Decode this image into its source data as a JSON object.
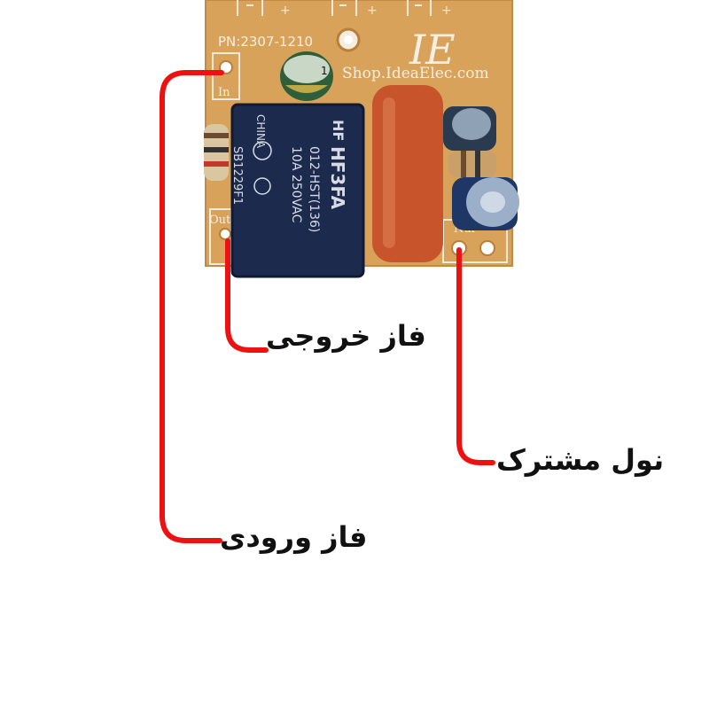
{
  "board": {
    "part_number": "PN:2307-1210",
    "shop": "Shop.IdeaElec.com",
    "logo": "IE",
    "pin_in": "In",
    "pin_out": "Out",
    "pin_neutral": "Nul"
  },
  "relay": {
    "brand": "HF",
    "model": "HF3FA",
    "part": "012-HST(136)",
    "rating": "10A 250VAC",
    "country": "CHINA",
    "batch": "SB1229F1"
  },
  "labels": {
    "output_phase": "فاز خروجی",
    "common_neutral": "نول مشترک",
    "input_phase": "فاز ورودی"
  },
  "colors": {
    "wire": "#ee1111",
    "pcb": "#d9a25a",
    "relay": "#1c2a4d",
    "capacitor_film": "#c7542b"
  }
}
